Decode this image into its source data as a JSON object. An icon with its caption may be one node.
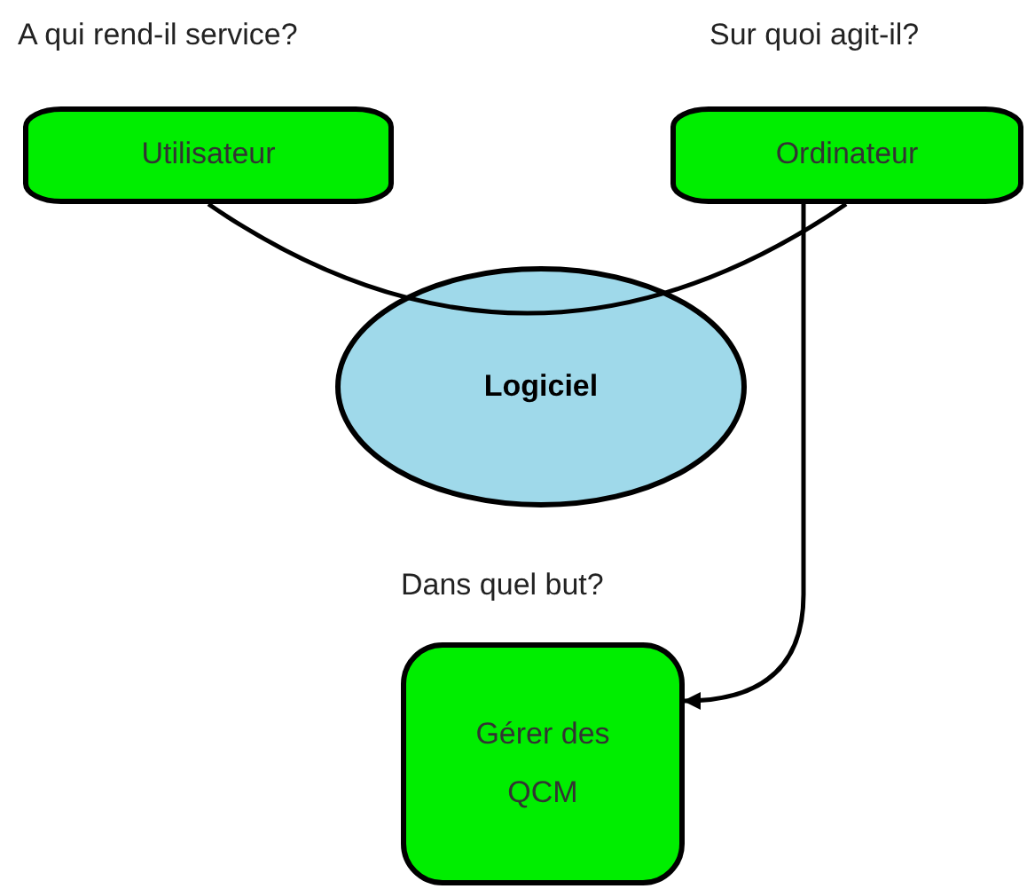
{
  "diagram": {
    "nodes": [
      {
        "text": [
          "Utilisateur"
        ],
        "beside": [
          "A qui rend-il service?"
        ]
      },
      {
        "text": [
          "Ordinateur"
        ],
        "beside": [
          "Sur quoi agit-il?"
        ]
      },
      {
        "text": [
          "Logiciel"
        ]
      },
      {
        "text": [
          "Gérer des QCM"
        ],
        "beside": [
          "Dans quel but?"
        ]
      }
    ],
    "edges": [
      {
        "from": 0,
        "to": 2,
        "arrow": "none"
      },
      {
        "from": 1,
        "to": 2,
        "arrow": "none"
      },
      {
        "from": 1,
        "to": 3,
        "arrow": "to"
      }
    ]
  }
}
